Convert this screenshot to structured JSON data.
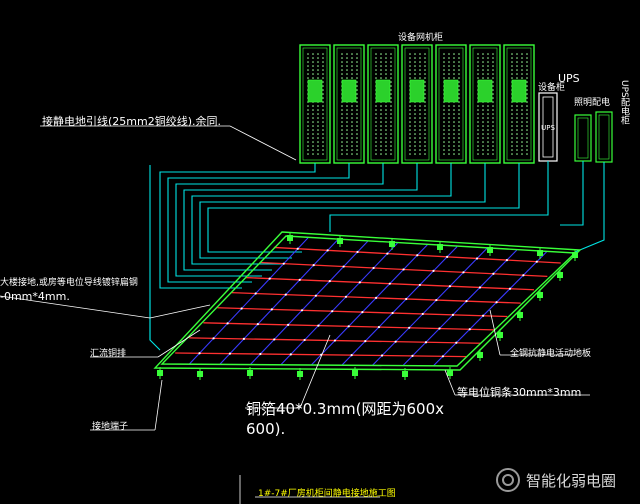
{
  "labels": {
    "cabinet_row": "设备网机柜",
    "ups_label": "UPS",
    "ups_side": "UPS配电柜",
    "lighting": "照明配电",
    "equipment": "设备柜",
    "ground_wire": "接静电地引线(25mm2铜绞线).余同.",
    "building_ground_1": "大楼接地,或房等电位导线镀锌扁钢",
    "building_ground_2": "-0mm*4mm.",
    "collector_bar": "汇流铜排",
    "ground_terminal": "接地端子",
    "grid_strip": "铜箔40*0.3mm(网距为600x",
    "grid_strip_2": "600).",
    "equipotential_strip": "等电位铜条30mm*3mm",
    "floor_frame": "全钢抗静电活动地板",
    "title": "1#-7#厂房机柜间静电接地施工图",
    "watermark": "智能化弱电圈"
  },
  "colors": {
    "cabinet": "#39ff39",
    "wire": "#00e5e5",
    "grid_red": "#ff3030",
    "grid_blue": "#3a3aff",
    "frame": "#39ff39",
    "text": "#ffffff",
    "title": "#ffff00"
  }
}
